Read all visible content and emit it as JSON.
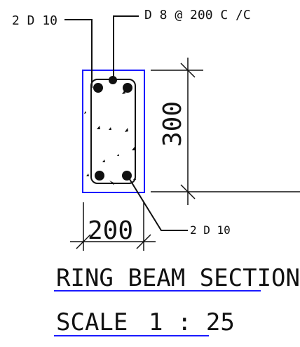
{
  "labels": {
    "top_left_bars": "2 D 10",
    "top_stirrup": "D 8 @ 200 C /C",
    "bottom_right_bars": "2 D 10",
    "dim_width": "200",
    "dim_height": "300"
  },
  "title": {
    "main": "RING BEAM SECTION",
    "scale_label": "SCALE",
    "scale_value": "1 : 25"
  },
  "colors": {
    "line": "#111111",
    "outline": "#1a1aff",
    "underline": "#1a1aff"
  }
}
